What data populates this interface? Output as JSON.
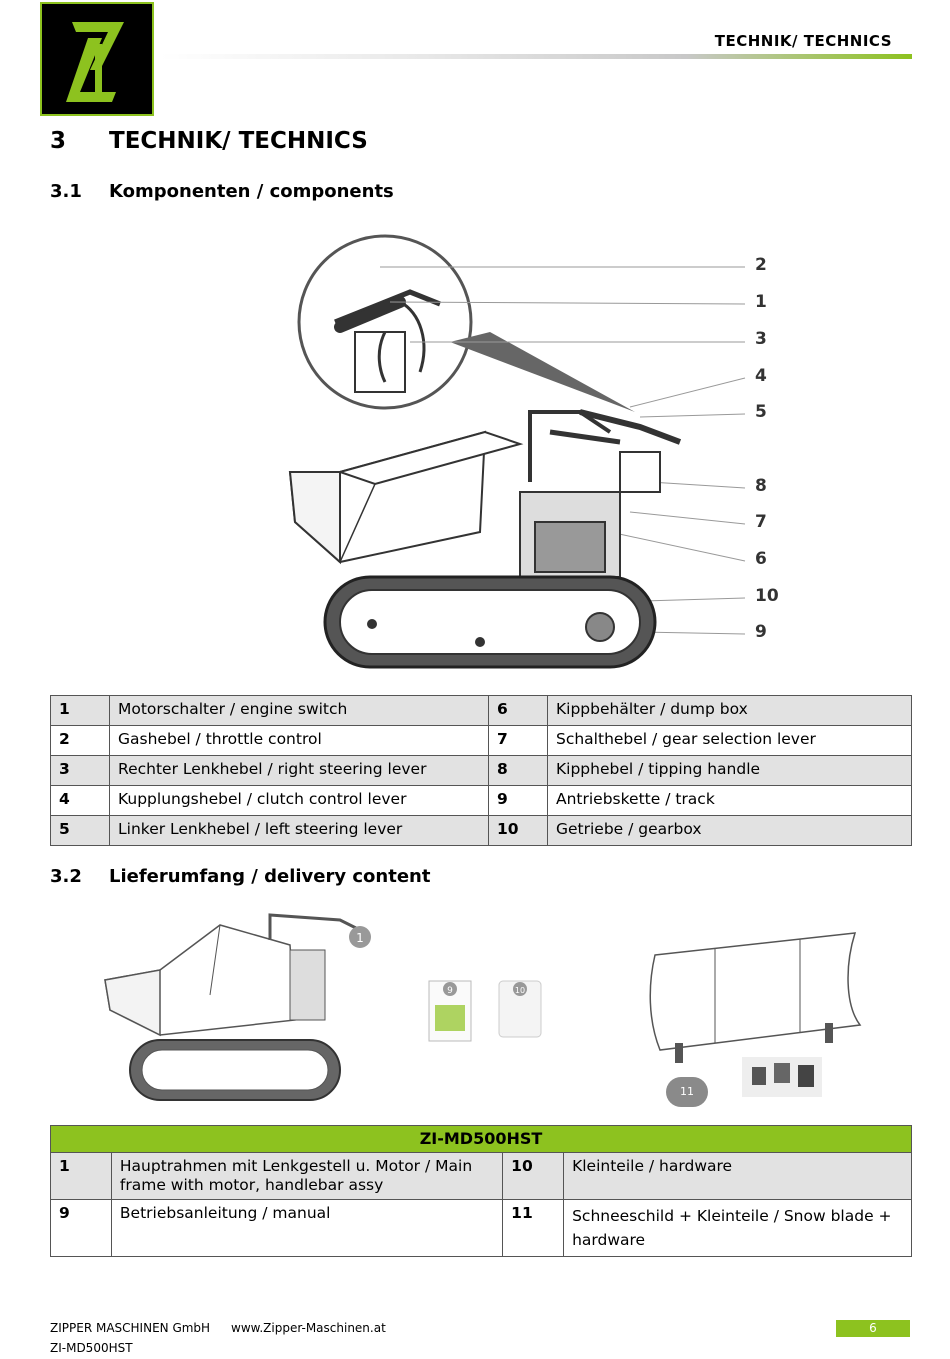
{
  "header": {
    "title": "TECHNIK/ TECHNICS"
  },
  "section": {
    "number": "3",
    "title": "TECHNIK/ TECHNICS"
  },
  "subsection1": {
    "number": "3.1",
    "title": "Komponenten / components"
  },
  "callouts": [
    "2",
    "1",
    "3",
    "4",
    "5",
    "8",
    "7",
    "6",
    "10",
    "9"
  ],
  "components": [
    {
      "n1": "1",
      "t1": "Motorschalter / engine switch",
      "n2": "6",
      "t2": "Kippbehälter / dump box"
    },
    {
      "n1": "2",
      "t1": "Gashebel / throttle control",
      "n2": "7",
      "t2": "Schalthebel / gear selection lever"
    },
    {
      "n1": "3",
      "t1": "Rechter Lenkhebel / right steering lever",
      "n2": "8",
      "t2": "Kipphebel / tipping handle"
    },
    {
      "n1": "4",
      "t1": "Kupplungshebel / clutch control lever",
      "n2": "9",
      "t2": "Antriebskette / track"
    },
    {
      "n1": "5",
      "t1": "Linker Lenkhebel / left steering lever",
      "n2": "10",
      "t2": "Getriebe / gearbox"
    }
  ],
  "subsection2": {
    "number": "3.2",
    "title": "Lieferumfang / delivery content"
  },
  "delivery_badges": {
    "main": "1",
    "manual": "9",
    "hardware": "10",
    "blade": "11"
  },
  "delivery": {
    "model": "ZI-MD500HST",
    "rows": [
      {
        "n1": "1",
        "t1": "Hauptrahmen mit Lenkgestell u. Motor / Main frame with motor, handlebar assy",
        "n2": "10",
        "t2": "Kleinteile / hardware"
      },
      {
        "n1": "9",
        "t1": "Betriebsanleitung / manual",
        "n2": "11",
        "t2": "Schneeschild + Kleinteile / Snow blade + hardware"
      }
    ]
  },
  "footer": {
    "company": "ZIPPER MASCHINEN GmbH",
    "website": "www.Zipper-Maschinen.at",
    "model": "ZI-MD500HST",
    "page": "6"
  },
  "colors": {
    "brand_green": "#8dc21f",
    "row_grey": "#e2e2e2"
  },
  "icons": [
    "zipper-logo",
    "dumper-component-diagram",
    "dumper-product-image",
    "manual-package-image",
    "hardware-bag-image",
    "snow-blade-image",
    "blade-hardware-image"
  ]
}
